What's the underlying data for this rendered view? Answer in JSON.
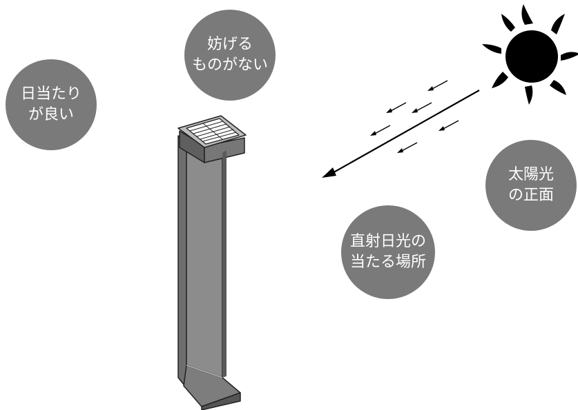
{
  "labels": {
    "sunny": {
      "line1": "日当たり",
      "line2": "が良い"
    },
    "no_obstruction": {
      "line1": "妨げる",
      "line2": "ものがない"
    },
    "sun_front": {
      "line1": "太陽光",
      "line2": "の正面"
    },
    "direct_sunlight": {
      "line1": "直射日光の",
      "line2": "当たる場所"
    }
  },
  "colors": {
    "bubble": "#7a7a7a",
    "bubble_text": "#ffffff",
    "ink": "#000000",
    "light_body": "#8c8c8c"
  },
  "icons": [
    "sun-icon",
    "sunlight-arrow-icon",
    "solar-garden-light-icon"
  ]
}
